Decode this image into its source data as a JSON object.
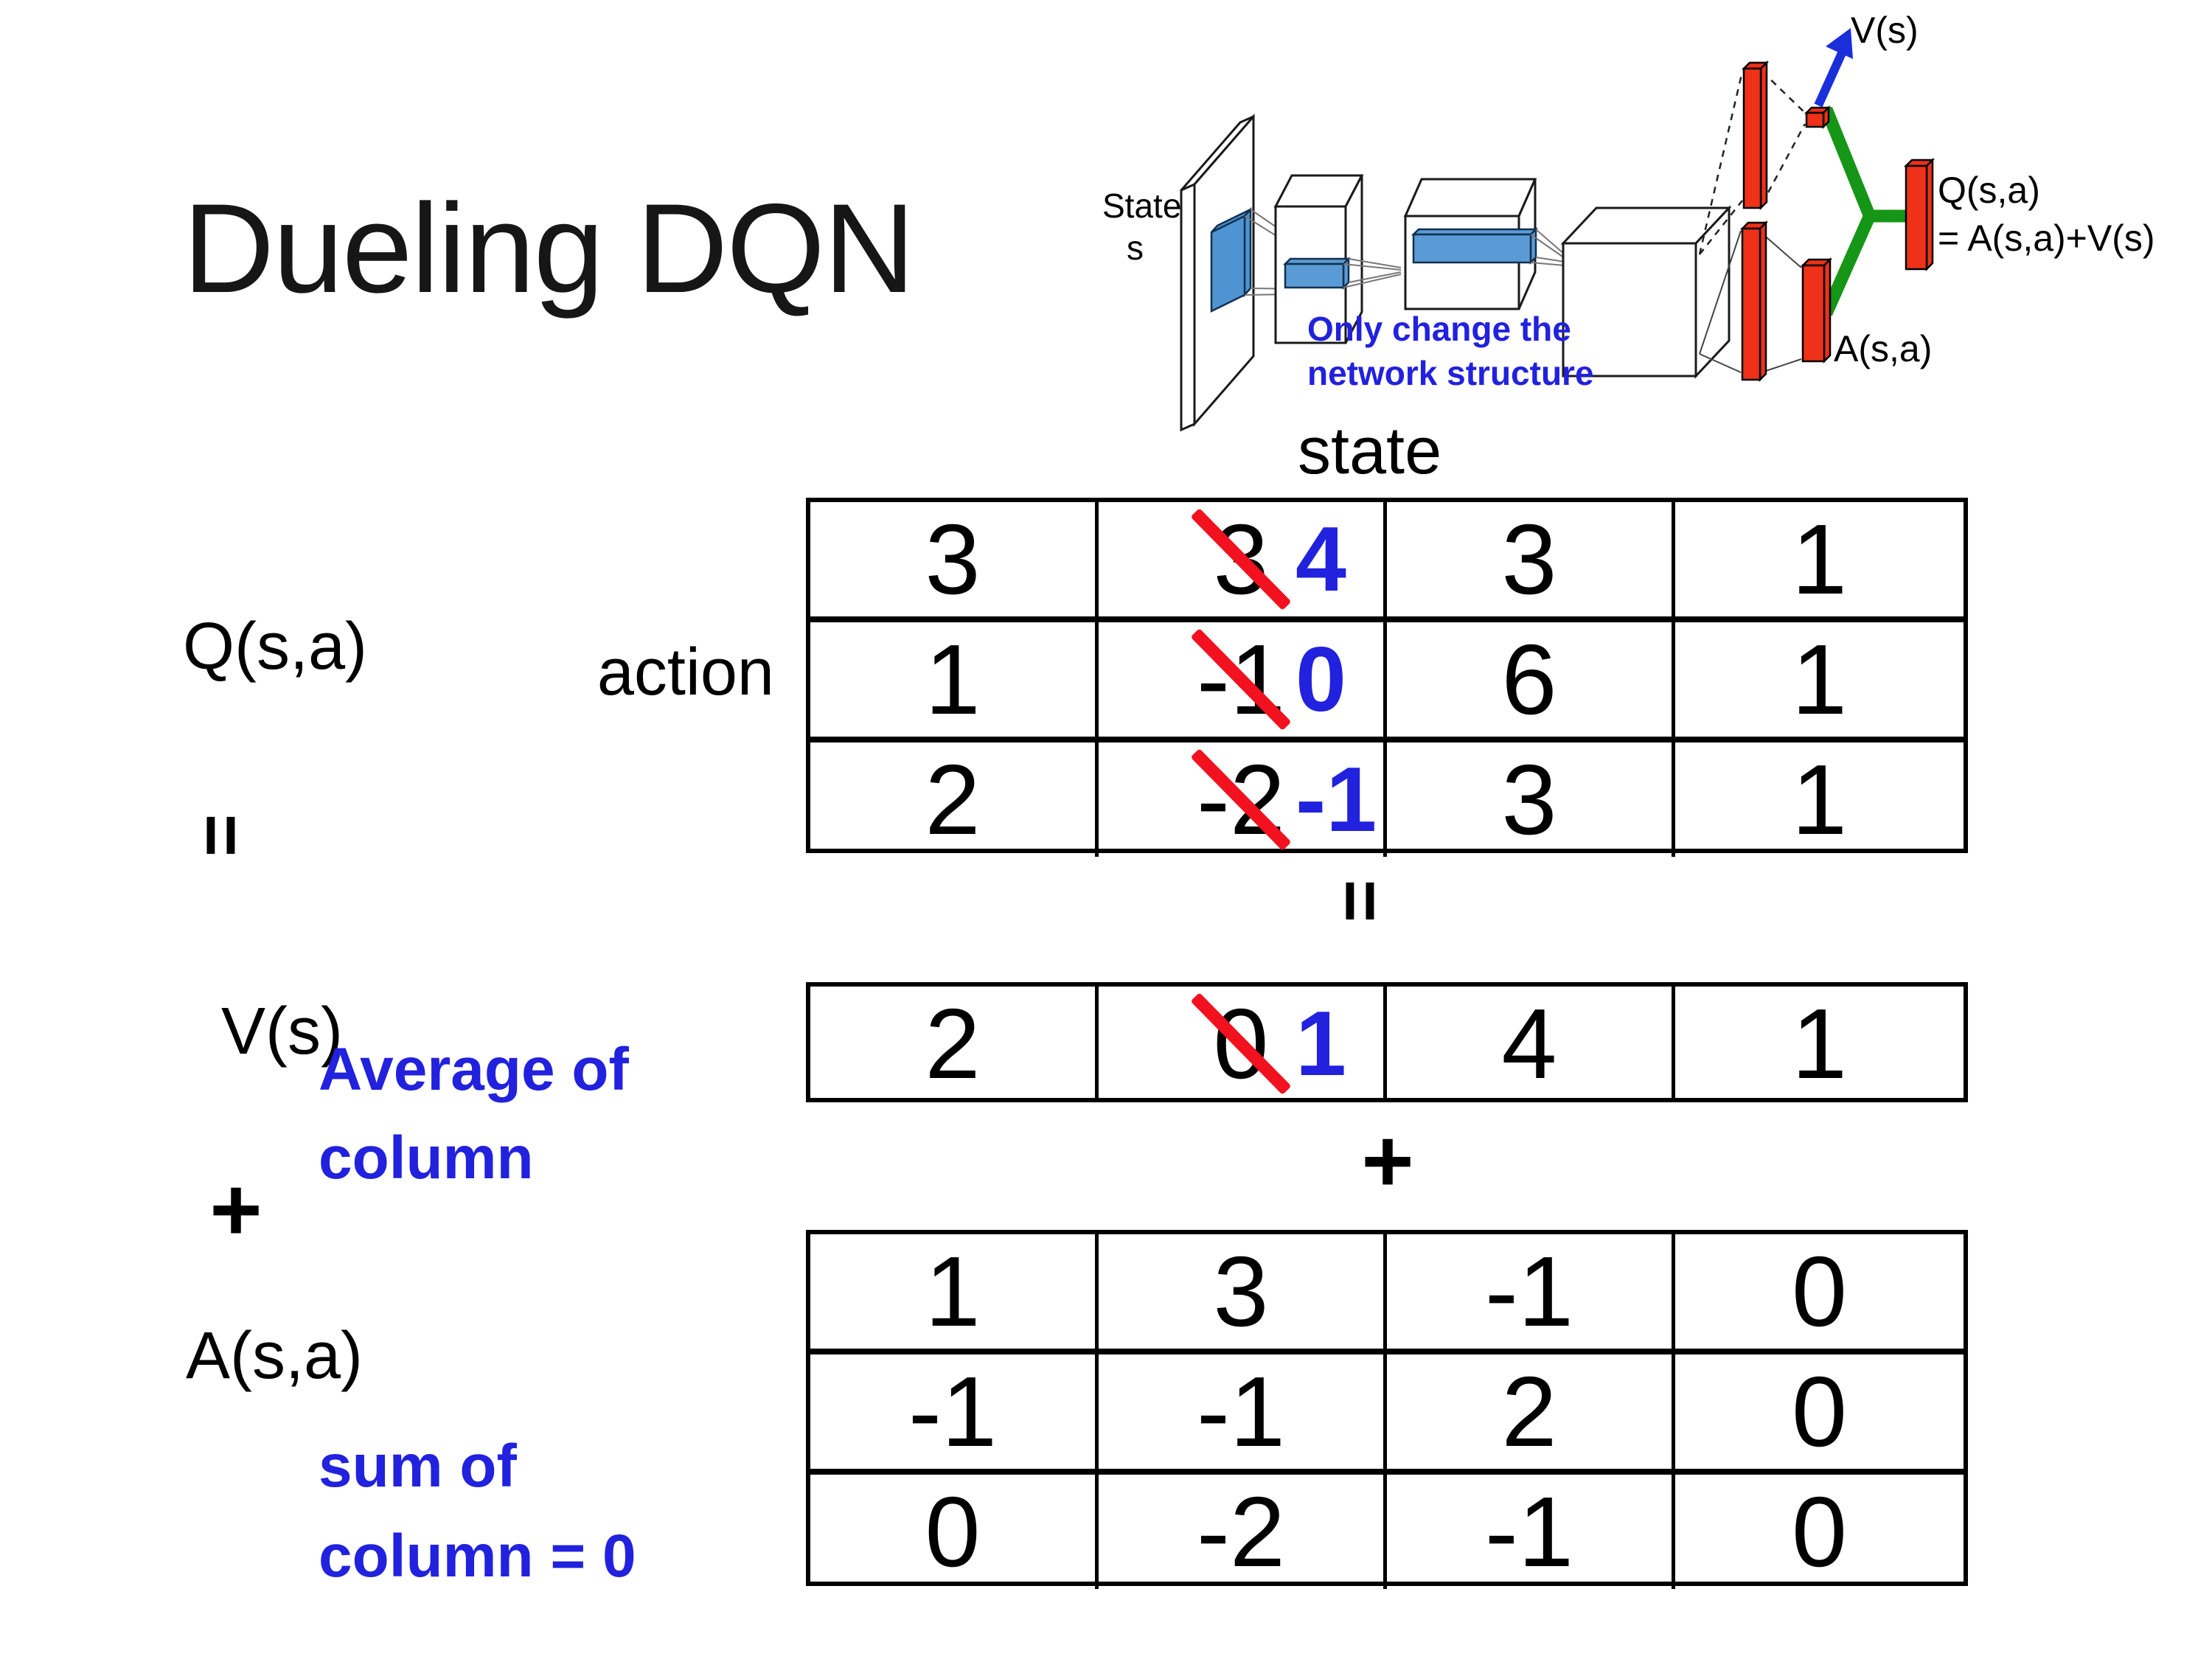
{
  "title": "Dueling DQN",
  "colors": {
    "text_black": "#000000",
    "accent_blue": "#2121de",
    "strike_red": "#f2111f",
    "bar_red": "#ee3118",
    "connector_green": "#169616",
    "layer_blue": "#5b9bd5"
  },
  "diagram": {
    "state_line1": "State",
    "state_line2": "s",
    "note_line1": "Only change the",
    "note_line2": "network structure",
    "v_arrow_label": "V(s)",
    "q_output_label": "Q(s,a)",
    "q_output_equation": "= A(s,a)+V(s)",
    "advantage_label": "A(s,a)"
  },
  "equation": {
    "state_header": "state",
    "action_label": "action",
    "q_label": "Q(s,a)",
    "v_label": "V(s)",
    "a_label": "A(s,a)",
    "equals_rotated": "=",
    "plus": "+",
    "average_note_line1": "Average of",
    "average_note_line2": "column",
    "sum_note_line1": "sum of",
    "sum_note_line2": "column = 0"
  },
  "q_table": {
    "rows": [
      {
        "c1": "3",
        "c2_old": "3",
        "c2_new": "4",
        "c3": "3",
        "c4": "1"
      },
      {
        "c1": "1",
        "c2_old": "-1",
        "c2_new": "0",
        "c3": "6",
        "c4": "1"
      },
      {
        "c1": "2",
        "c2_old": "-2",
        "c2_new": "-1",
        "c3": "3",
        "c4": "1"
      }
    ]
  },
  "v_table": {
    "c1": "2",
    "c2_old": "0",
    "c2_new": "1",
    "c3": "4",
    "c4": "1"
  },
  "a_table": {
    "rows": [
      {
        "c1": "1",
        "c2": "3",
        "c3": "-1",
        "c4": "0"
      },
      {
        "c1": "-1",
        "c2": "-1",
        "c3": "2",
        "c4": "0"
      },
      {
        "c1": "0",
        "c2": "-2",
        "c3": "-1",
        "c4": "0"
      }
    ]
  }
}
